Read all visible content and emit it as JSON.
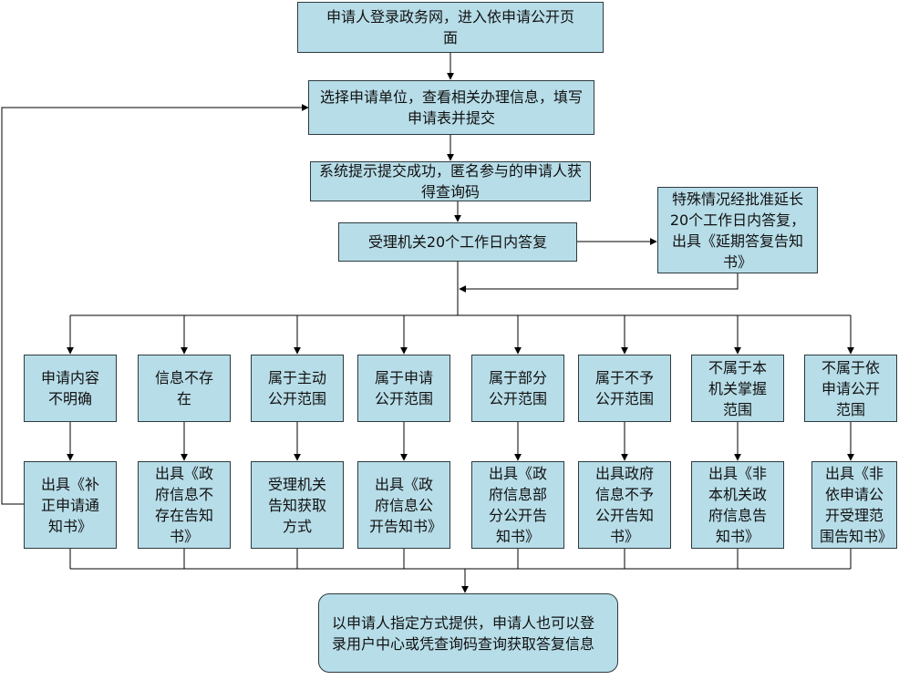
{
  "colors": {
    "box_fill": "#b7dde8",
    "box_border": "#2e3b3f",
    "line": "#000000"
  },
  "steps": {
    "login": "申请人登录政务网，进入依申请公开页面",
    "select": "选择申请单位，查看相关办理信息，填写申请表并提交",
    "submitted": "系统提示提交成功，匿名参与的申请人获得查询码",
    "reply": "受理机关20个工作日内答复",
    "extension": "特殊情况经批准延长20个工作日内答复，出具《延期答复告知书》",
    "final": "以申请人指定方式提供，申请人也可以登录用户中心或凭查询码查询获取答复信息"
  },
  "cases": [
    {
      "type": "申请内容不明确",
      "result": "出具《补正申请通知书》"
    },
    {
      "type": "信息不存在",
      "result": "出具《政府信息不存在告知书》"
    },
    {
      "type": "属于主动公开范围",
      "result": "受理机关告知获取方式"
    },
    {
      "type": "属于申请公开范围",
      "result": "出具《政府信息公开告知书》"
    },
    {
      "type": "属于部分公开范围",
      "result": "出具《政府信息部分公开告知书》"
    },
    {
      "type": "属于不予公开范围",
      "result": "出具政府信息不予公开告知书》"
    },
    {
      "type": "不属于本机关掌握范围",
      "result": "出具《非本机关政府信息告知书》"
    },
    {
      "type": "不属于依申请公开范围",
      "result": "出具《非依申请公开受理范围告知书》"
    }
  ]
}
